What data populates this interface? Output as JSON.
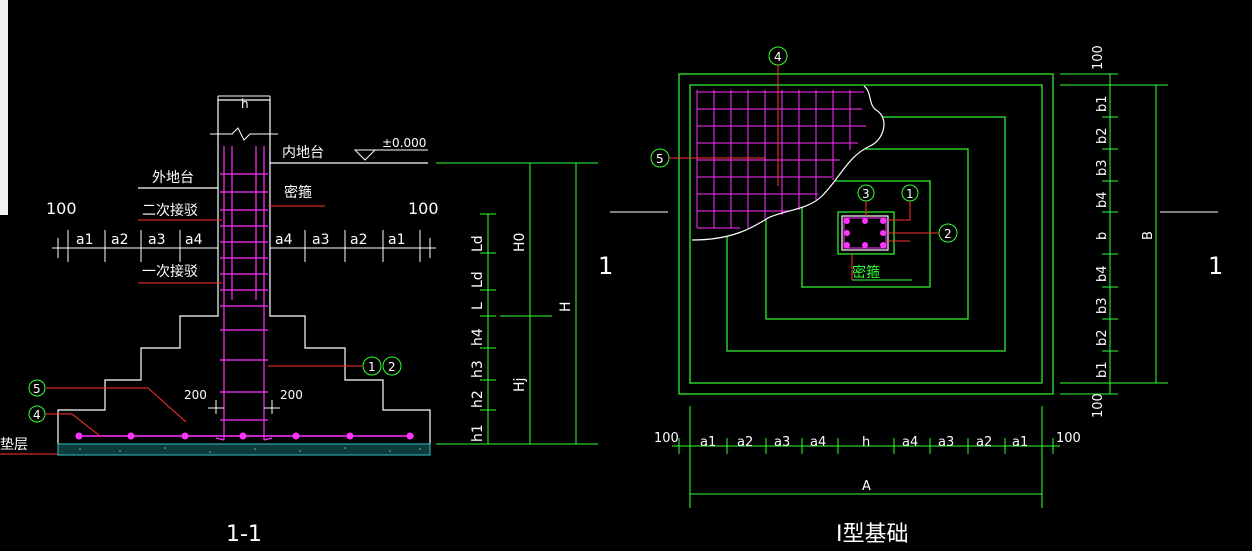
{
  "section": {
    "title": "1-1",
    "labels": {
      "outer_ground": "外地台",
      "inner_ground": "内地台",
      "elevation": "±0.000",
      "stirrup_dense": "密箍",
      "second_lap": "二次接驳",
      "first_lap": "一次接驳",
      "cushion": "垫层",
      "h": "h"
    },
    "dims": {
      "left_100": "100",
      "right_100": "100",
      "a_left": [
        "a1",
        "a2",
        "a3",
        "a4"
      ],
      "a_right": [
        "a4",
        "a3",
        "a2",
        "a1"
      ],
      "dim_200_left": "200",
      "dim_200_right": "200",
      "vertical_small": [
        "Ld",
        "Ld",
        "L",
        "h4",
        "h3",
        "h2",
        "h1"
      ],
      "vertical_mid": [
        "H0",
        "Hj"
      ],
      "vertical_big": "H"
    },
    "callouts": {
      "c1": "1",
      "c2": "2",
      "c4": "4",
      "c5": "5"
    }
  },
  "plan": {
    "title": "I型基础",
    "labels": {
      "stirrup_dense": "密箍"
    },
    "dims_bottom": [
      "a1",
      "a2",
      "a3",
      "a4",
      "h",
      "a4",
      "a3",
      "a2",
      "a1"
    ],
    "dim_100_left": "100",
    "dim_100_right": "100",
    "dims_right": [
      "b1",
      "b2",
      "b3",
      "b4",
      "b",
      "b4",
      "b3",
      "b2",
      "b1"
    ],
    "dim_100_top": "100",
    "dim_100_bottom": "100",
    "A": "A",
    "B": "B",
    "callouts": {
      "c1": "1",
      "c2": "2",
      "c3": "3",
      "c4": "4",
      "c5": "5"
    }
  },
  "section_mark_left": "1",
  "section_mark_right": "1",
  "colors": {
    "green": "#33ff33",
    "magenta": "#ff33ff",
    "red": "#ff3333",
    "white": "#ffffff",
    "cushion": "#2aa6a6"
  }
}
